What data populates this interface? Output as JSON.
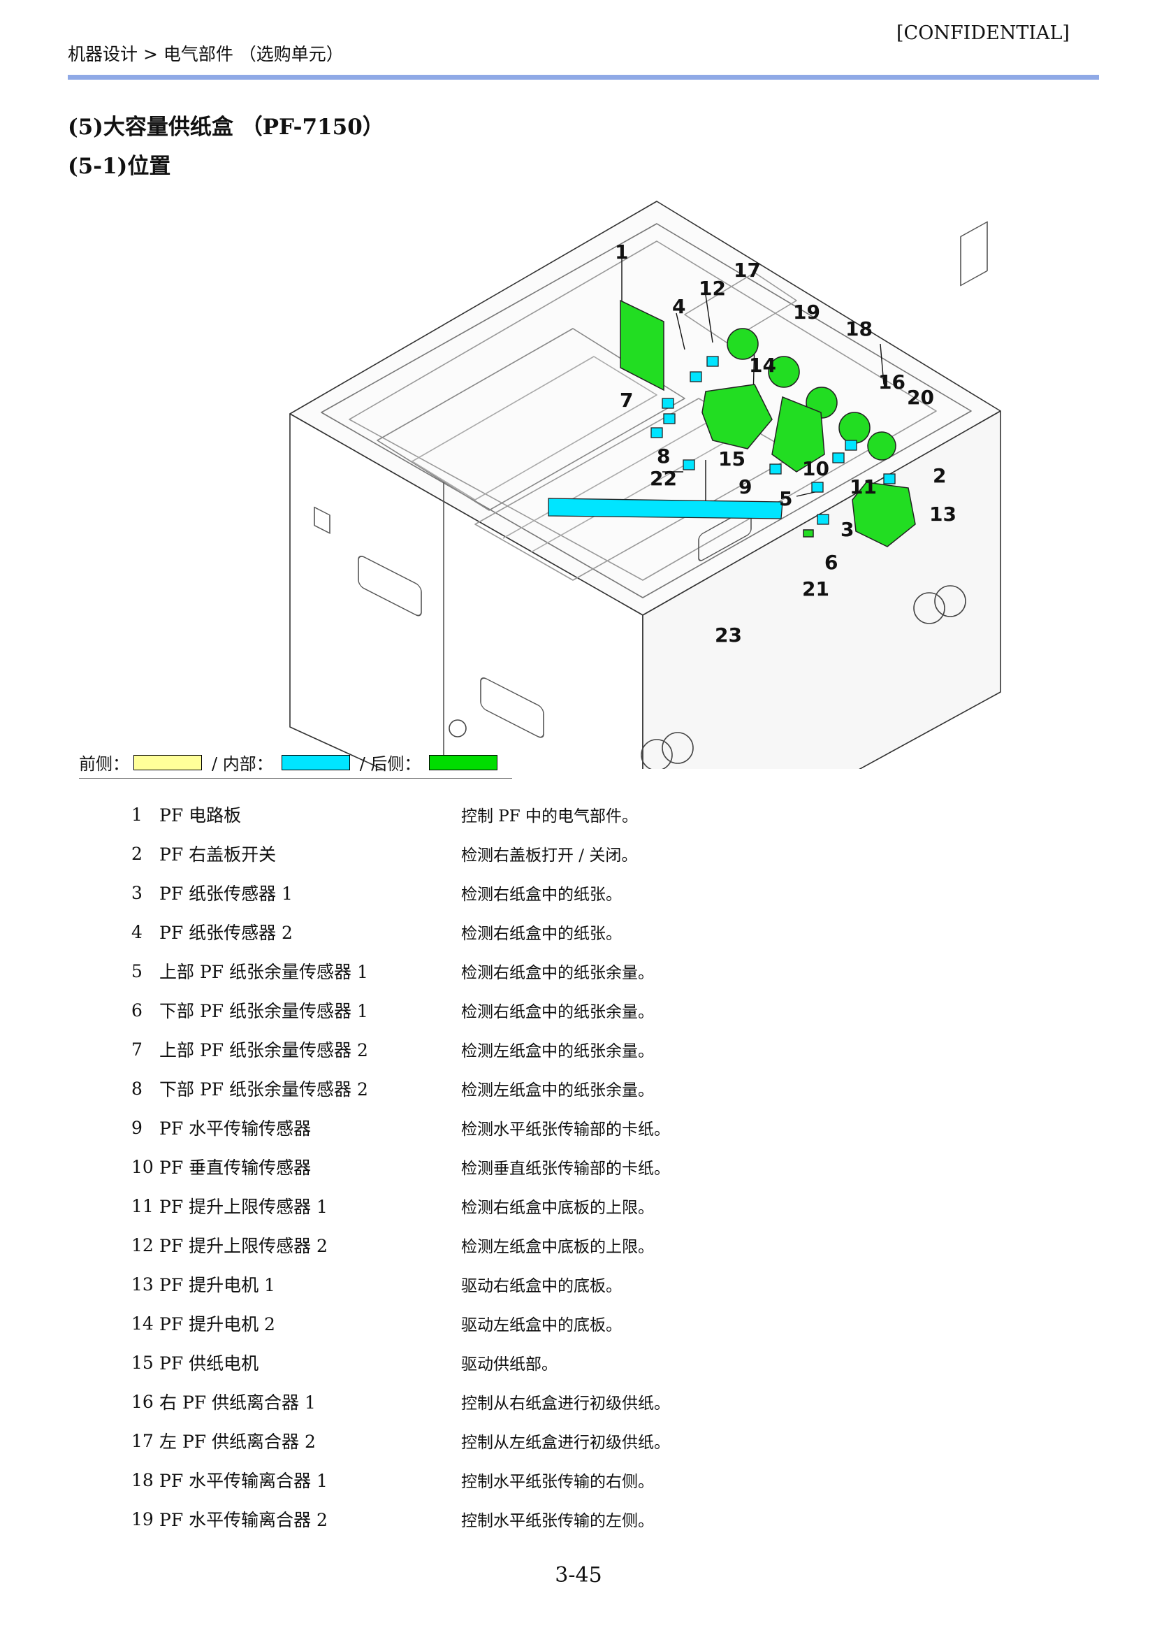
{
  "header": {
    "breadcrumb": "机器设计 > 电气部件 （选购单元）",
    "confidential": "[CONFIDENTIAL]"
  },
  "titles": {
    "section": "(5)大容量供纸盒 （PF-7150）",
    "subsection": "(5-1)位置"
  },
  "legend": {
    "front_label": "前侧：",
    "inner_label": "/ 内部：",
    "rear_label": "/ 后侧：",
    "front_color": "#ffff99",
    "inner_color": "#00e5ff",
    "rear_color": "#00dd00"
  },
  "diagram": {
    "callouts": [
      "1",
      "2",
      "3",
      "4",
      "5",
      "6",
      "7",
      "8",
      "9",
      "10",
      "11",
      "12",
      "13",
      "14",
      "15",
      "16",
      "17",
      "18",
      "19",
      "20",
      "21",
      "22",
      "23"
    ]
  },
  "parts": [
    {
      "num": "1",
      "name": "PF 电路板",
      "desc": "控制 PF 中的电气部件。"
    },
    {
      "num": "2",
      "name": "PF 右盖板开关",
      "desc": "检测右盖板打开 / 关闭。"
    },
    {
      "num": "3",
      "name": "PF 纸张传感器 1",
      "desc": "检测右纸盒中的纸张。"
    },
    {
      "num": "4",
      "name": "PF 纸张传感器 2",
      "desc": "检测右纸盒中的纸张。"
    },
    {
      "num": "5",
      "name": "上部 PF 纸张余量传感器 1",
      "desc": "检测右纸盒中的纸张余量。"
    },
    {
      "num": "6",
      "name": "下部 PF 纸张余量传感器 1",
      "desc": "检测右纸盒中的纸张余量。"
    },
    {
      "num": "7",
      "name": "上部 PF 纸张余量传感器 2",
      "desc": "检测左纸盒中的纸张余量。"
    },
    {
      "num": "8",
      "name": "下部 PF 纸张余量传感器 2",
      "desc": "检测左纸盒中的纸张余量。"
    },
    {
      "num": "9",
      "name": "PF 水平传输传感器",
      "desc": "检测水平纸张传输部的卡纸。"
    },
    {
      "num": "10",
      "name": "PF 垂直传输传感器",
      "desc": "检测垂直纸张传输部的卡纸。"
    },
    {
      "num": "11",
      "name": "PF 提升上限传感器 1",
      "desc": "检测右纸盒中底板的上限。"
    },
    {
      "num": "12",
      "name": "PF 提升上限传感器 2",
      "desc": "检测左纸盒中底板的上限。"
    },
    {
      "num": "13",
      "name": "PF 提升电机 1",
      "desc": "驱动右纸盒中的底板。"
    },
    {
      "num": "14",
      "name": "PF 提升电机 2",
      "desc": "驱动左纸盒中的底板。"
    },
    {
      "num": "15",
      "name": "PF 供纸电机",
      "desc": "驱动供纸部。"
    },
    {
      "num": "16",
      "name": "右 PF 供纸离合器 1",
      "desc": "控制从右纸盒进行初级供纸。"
    },
    {
      "num": "17",
      "name": "左 PF 供纸离合器 2",
      "desc": "控制从左纸盒进行初级供纸。"
    },
    {
      "num": "18",
      "name": "PF 水平传输离合器 1",
      "desc": "控制水平纸张传输的右侧。"
    },
    {
      "num": "19",
      "name": "PF 水平传输离合器 2",
      "desc": "控制水平纸张传输的左侧。"
    }
  ],
  "page_number": "3-45"
}
